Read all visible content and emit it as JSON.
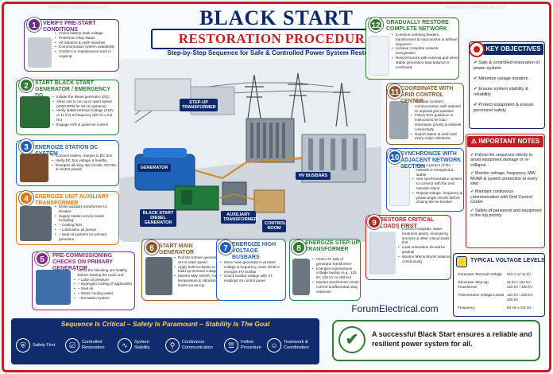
{
  "watermark": "www.forumelectrical.com",
  "title": {
    "line1": "BLACK START",
    "line2": "RESTORATION PROCEDURE",
    "subtitle": "Step-by-Step Sequence for Safe & Controlled Power System Restoration"
  },
  "colors": {
    "navy": "#0c2a6b",
    "red": "#c0201f",
    "green": "#2e7d32"
  },
  "steps": [
    {
      "num": "1",
      "title": "Verify Pre-Start Conditions",
      "color": "#6a2c91",
      "items": [
        "Check battery bank voltage",
        "Protection relay status",
        "All isolators & earth switches",
        "Communication system availability",
        "Confirm no maintenance work is ongoing"
      ]
    },
    {
      "num": "2",
      "title": "Start Black Start Generator / Emergency DG",
      "color": "#2e7d32",
      "items": [
        "Initiate the diesel generator (DG)",
        "Allow unit to run up to rated speed (3000 RPM for 50 Hz systems)",
        "Verify stable terminal voltage (415V or 11 kV) & frequency (50 Hz ± 0.5 Hz)",
        "Engage AVR & governor control"
      ]
    },
    {
      "num": "3",
      "title": "Energize Station DC System",
      "color": "#1f5fbf",
      "items": [
        "Connect battery charger to DC bus",
        "Verify DC bus voltage & healthy",
        "Energize all relay trip circuits, SCADA & control panels"
      ]
    },
    {
      "num": "4",
      "title": "Energize Unit Auxiliary Transformer",
      "color": "#e07a10",
      "items": [
        "Close auxiliary transformer LV breaker",
        "Supply station service loads including:",
        "– Cooling fans",
        "– Lubrication oil pumps",
        "– Seal oil systems for primary generator"
      ]
    },
    {
      "num": "5",
      "title": "Pre-Commissioning Checks on Primary Generator",
      "color": "#8e2b8c",
      "items": [
        "Verify the following are healthy before starting the main unit:",
        "– Lube oil pressure",
        "– Hydrogen cooling (if applicable)",
        "– Seal oil",
        "– Stator cooling water",
        "– Excitation system"
      ]
    },
    {
      "num": "6",
      "title": "Start Main Generator",
      "color": "#8a5a2b",
      "items": [
        "Roll the turbine-generator set to rated speed",
        "Apply field excitation to build up terminal voltage",
        "Monitor MW, MVAR, rotor temperature & vibration levels via run-up"
      ]
    },
    {
      "num": "7",
      "title": "Energize High Voltage Busbars",
      "color": "#1f5fbf",
      "items": [
        "Once main generator is at rated voltage & frequency, close GCB to energize HV busbar",
        "Check busbar voltage with VT readings on control panel"
      ]
    },
    {
      "num": "8",
      "title": "Energize Step-up Transformer",
      "color": "#2e7d32",
      "items": [
        "Close HV side of generator transformer",
        "Energize transmission voltage busbar (e.g., 132 kV, 220 kV or 400 kV)",
        "Monitor transformer inrush current & differential relay response"
      ]
    },
    {
      "num": "9",
      "title": "Restore Critical Loads First",
      "color": "#c0201f",
      "items": [
        "Connect hospitals, water treatment plants, emergency services & other critical loads first",
        "Load restoration should be gradual",
        "Monitor MW & MVAR balance continuously"
      ]
    },
    {
      "num": "10",
      "title": "Synchronize with Adjacent Network Section",
      "color": "#1f5fbf",
      "items": [
        "Once a portion of the network is energized & stable",
        "Use synchronization system to connect with the next network island",
        "Repeat voltage, frequency & phase angle checks before closing the tie-breaker"
      ]
    },
    {
      "num": "11",
      "title": "Coordinate with Grid Control Center",
      "color": "#8a5a2b",
      "items": [
        "Maintain constant communication with national or regional grid operator",
        "Follow their guidance or instructions for load restoration priority & network connectivity",
        "Report status at each and every major milestone"
      ]
    },
    {
      "num": "12",
      "title": "Gradually Restore Complete Network",
      "color": "#2e7d32",
      "items": [
        "Continue restoring feeders, transformers & load centers in defined sequence",
        "Achieve complete network energization",
        "Resynchronize with external grid when stable generation-load balance is confirmed"
      ]
    }
  ],
  "diagram_labels": {
    "generator": "GENERATOR",
    "black_start": "BLACK START DIESEL GENERATOR",
    "aux": "AUXILIARY TRANSFORMER",
    "control": "CONTROL ROOM",
    "stepup": "STEP-UP TRANSFORMER",
    "hv": "HV BUSBARS"
  },
  "objectives": {
    "title": "KEY OBJECTIVES",
    "items": [
      "Safe & controlled restoration of power system",
      "Minimize outage duration",
      "Ensure system stability & reliability",
      "Protect equipment & ensure personnel safety"
    ]
  },
  "notes": {
    "title": "IMPORTANT NOTES",
    "items": [
      "Follow the sequence strictly to avoid equipment damage or re-collapse",
      "Monitor voltage, frequency, MW, MVAR & system protection at every step",
      "Maintain continuous communication with Grid Control Center",
      "Safety of personnel and equipment is the top priority"
    ]
  },
  "voltages": {
    "title": "TYPICAL VOLTAGE LEVELS",
    "rows": [
      {
        "label": "Generator Terminal Voltage",
        "value": "415 V or 11 kV"
      },
      {
        "label": "Generator Step-Up Transformer",
        "value": "11 kV / 132 kV\n220 kV / 400 kV"
      },
      {
        "label": "Transmission Voltage Levels",
        "value": "132 kV / 220 kV\n400 kV"
      },
      {
        "label": "Frequency",
        "value": "50 Hz ± 0.5 Hz"
      }
    ]
  },
  "website": "ForumElectrical.com",
  "bottom": {
    "heading": "Sequence Is Critical – Safety Is Paramount – Stability Is The Goal",
    "items": [
      {
        "icon": "shield",
        "label": "Safety First"
      },
      {
        "icon": "checklist",
        "label": "Controlled Restoration"
      },
      {
        "icon": "pulse",
        "label": "System Stability"
      },
      {
        "icon": "tower",
        "label": "Continuous Communication"
      },
      {
        "icon": "clipboard",
        "label": "Follow Procedure"
      },
      {
        "icon": "team",
        "label": "Teamwork & Coordination"
      }
    ]
  },
  "success": "A successful Black Start ensures a reliable and resilient power system for all."
}
